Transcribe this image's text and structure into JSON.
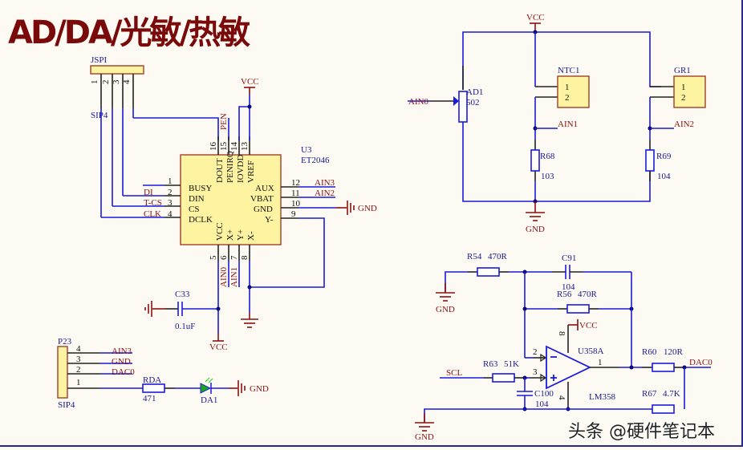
{
  "title": "AD/DA/光敏/热敏",
  "watermark": "头条 @硬件笔记本",
  "colors": {
    "wire": "#1a1adc",
    "net_label": "#8b1010",
    "component_label": "#1a1a8c",
    "chip_fill": "#fdf3a0",
    "background": "#fdf9f3"
  },
  "jspi": {
    "ref": "JSPI",
    "type": "SIP4",
    "pins": [
      "1",
      "2",
      "3",
      "4"
    ]
  },
  "u3": {
    "ref": "U3",
    "part": "ET2046",
    "left_pins": [
      {
        "num": "1",
        "name": "BUSY",
        "net": ""
      },
      {
        "num": "2",
        "name": "DIN",
        "net": "DI"
      },
      {
        "num": "3",
        "name": "CS",
        "net": "T-CS"
      },
      {
        "num": "4",
        "name": "DCLK",
        "net": "CLK"
      }
    ],
    "right_pins": [
      {
        "num": "12",
        "name": "AUX",
        "net": "AIN3"
      },
      {
        "num": "11",
        "name": "VBAT",
        "net": "AIN2"
      },
      {
        "num": "10",
        "name": "GND",
        "net": "GND"
      },
      {
        "num": "9",
        "name": "Y-",
        "net": ""
      }
    ],
    "top_pins": [
      {
        "num": "16",
        "name": "DOUT"
      },
      {
        "num": "15",
        "name": "PENIRQ",
        "net": "PEN"
      },
      {
        "num": "14",
        "name": "IOVDD"
      },
      {
        "num": "13",
        "name": "VREF"
      }
    ],
    "bottom_pins": [
      {
        "num": "5",
        "name": "VCC"
      },
      {
        "num": "6",
        "name": "X+",
        "net": "AIN0"
      },
      {
        "num": "7",
        "name": "Y+",
        "net": "AIN1"
      },
      {
        "num": "8",
        "name": "X-"
      }
    ]
  },
  "c33": {
    "ref": "C33",
    "value": "0.1uF"
  },
  "p23": {
    "ref": "P23",
    "type": "SIP4",
    "pins": [
      {
        "num": "4",
        "net": "AIN3"
      },
      {
        "num": "3",
        "net": "GND"
      },
      {
        "num": "2",
        "net": "DAC0"
      },
      {
        "num": "1",
        "net": ""
      }
    ]
  },
  "rda": {
    "ref": "RDA",
    "value": "471"
  },
  "da1": {
    "ref": "DA1"
  },
  "ad1": {
    "ref": "AD1",
    "value": "502",
    "net": "AIN0"
  },
  "ntc1": {
    "ref": "NTC1",
    "pins": [
      "1",
      "2"
    ],
    "net": "AIN1"
  },
  "gr1": {
    "ref": "GR1",
    "pins": [
      "1",
      "2"
    ],
    "net": "AIN2"
  },
  "r68": {
    "ref": "R68",
    "value": "103"
  },
  "r69": {
    "ref": "R69",
    "value": "104"
  },
  "r54": {
    "ref": "R54",
    "value": "470R"
  },
  "c91": {
    "ref": "C91",
    "value": "104"
  },
  "r56": {
    "ref": "R56",
    "value": "470R"
  },
  "r63": {
    "ref": "R63",
    "value": "51K",
    "net": "SCL"
  },
  "c100": {
    "ref": "C100",
    "value": "104"
  },
  "u358": {
    "ref": "U358A",
    "part": "LM358",
    "pins": {
      "inv": "2",
      "noninv": "3",
      "out": "1",
      "vcc": "8",
      "gnd": "4"
    }
  },
  "r60": {
    "ref": "R60",
    "value": "120R",
    "net": "DAC0"
  },
  "r67": {
    "ref": "R67",
    "value": "4.7K"
  },
  "power": {
    "vcc": "VCC",
    "gnd": "GND"
  }
}
